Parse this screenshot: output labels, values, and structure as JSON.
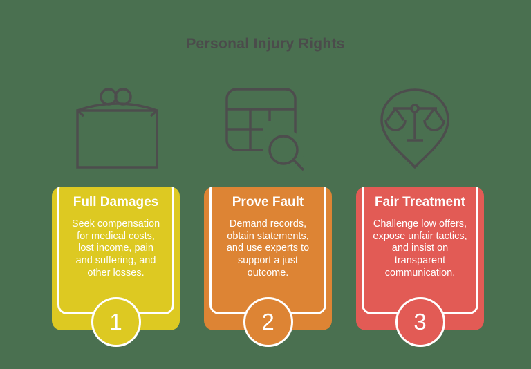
{
  "title": "Personal Injury Rights",
  "colors": {
    "background": "#4a7050",
    "title": "#4b4b4b",
    "icon_stroke": "#4d4d4d",
    "card_text": "#ffffff"
  },
  "cards": [
    {
      "icon": "coin-purse-icon",
      "heading": "Full Damages",
      "body": "Seek compensation\nfor medical costs,\nlost income, pain\nand suffering, and\nother losses.",
      "number": "1",
      "color": "#ddc922"
    },
    {
      "icon": "records-table-search-icon",
      "heading": "Prove Fault",
      "body": "Demand records,\nobtain statements,\nand use experts to\nsupport a just\noutcome.",
      "number": "2",
      "color": "#dd8434"
    },
    {
      "icon": "justice-scales-pin-icon",
      "heading": "Fair Treatment",
      "body": "Challenge low offers,\nexpose unfair tactics,\nand insist on\ntransparent\ncommunication.",
      "number": "3",
      "color": "#e25b55"
    }
  ]
}
